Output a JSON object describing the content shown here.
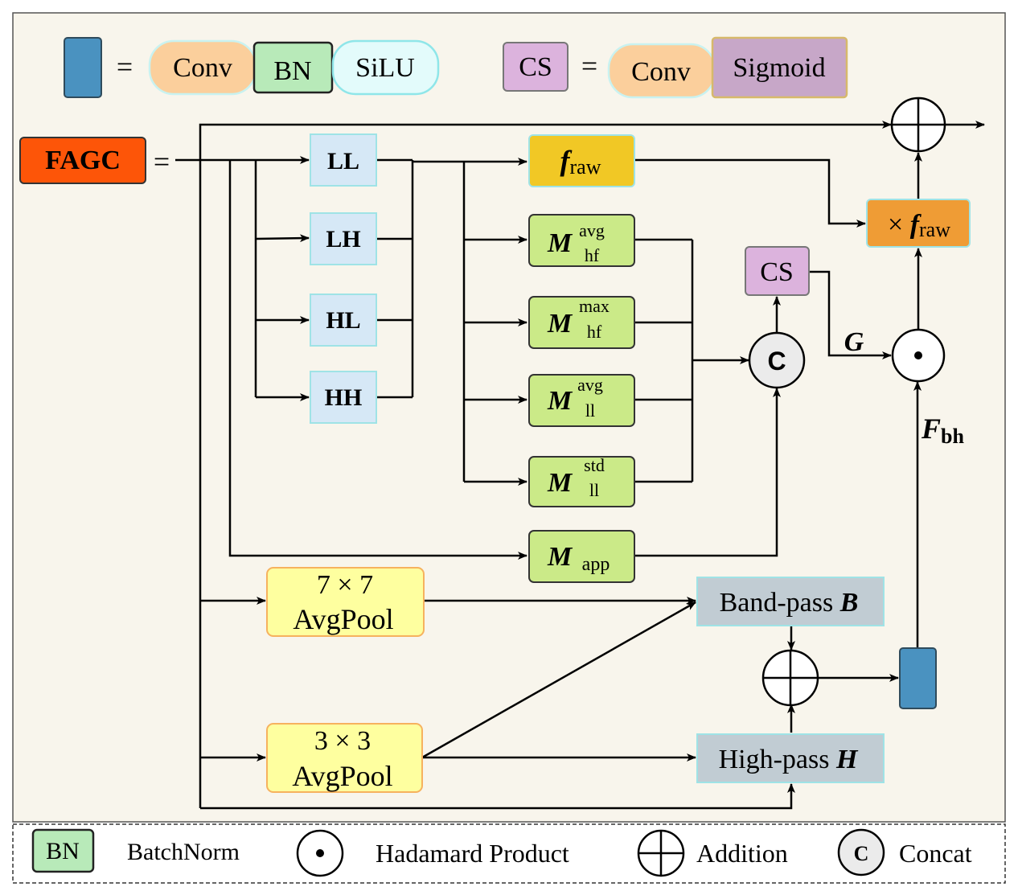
{
  "legend_top": {
    "equals": "=",
    "conv_label": "Conv",
    "bn_label": "BN",
    "silu_label": "SiLU",
    "cs_label": "CS",
    "conv2_label": "Conv",
    "sigmoid_label": "Sigmoid"
  },
  "blocks": {
    "fagc": "FAGC",
    "fagc_equals": "=",
    "ll": "LL",
    "lh": "LH",
    "hl": "HL",
    "hh": "HH",
    "f_raw_main": "f",
    "f_raw_sub": "raw",
    "m_main": "M",
    "m1_sup": "avg",
    "m1_sub": "hf",
    "m2_sup": "max",
    "m2_sub": "hf",
    "m3_sup": "avg",
    "m3_sub": "ll",
    "m4_sup": "std",
    "m4_sub": "ll",
    "mapp_sub": "app",
    "pool7_line1": "7 × 7",
    "pool7_line2": "AvgPool",
    "pool3_line1": "3 × 3",
    "pool3_line2": "AvgPool",
    "band_pass": "Band-pass ",
    "band_pass_var": "B",
    "high_pass": "High-pass ",
    "high_pass_var": "H",
    "cs": "CS",
    "concat_c": "C",
    "times_prefix": "× ",
    "times_f": "f",
    "times_sub": "raw",
    "g_label": "G",
    "fbh_main": "F",
    "fbh_sub": "bh"
  },
  "legend_bottom": {
    "bn": "BN",
    "batchnorm": "BatchNorm",
    "hadamard": "Hadamard Product",
    "addition": "Addition",
    "concat_c": "C",
    "concat": "Concat"
  },
  "colors": {
    "panel_bg": "#f8f5ec",
    "conv_fill": "#fbcf9c",
    "bn_fill": "#b8eab9",
    "silu_fill": "#e3fbfb",
    "cs_fill": "#dcb3dd",
    "sigmoid_fill": "#c7a7c8",
    "blue_block": "#4a92c0",
    "fagc_fill": "#fd5508",
    "wavelet_fill": "#d6e8f6",
    "fraw_fill": "#f1c825",
    "m_fill": "#cbea88",
    "pool_fill": "#feff9f",
    "pass_fill": "#c1ccd3",
    "times_fill": "#ef9c35"
  }
}
